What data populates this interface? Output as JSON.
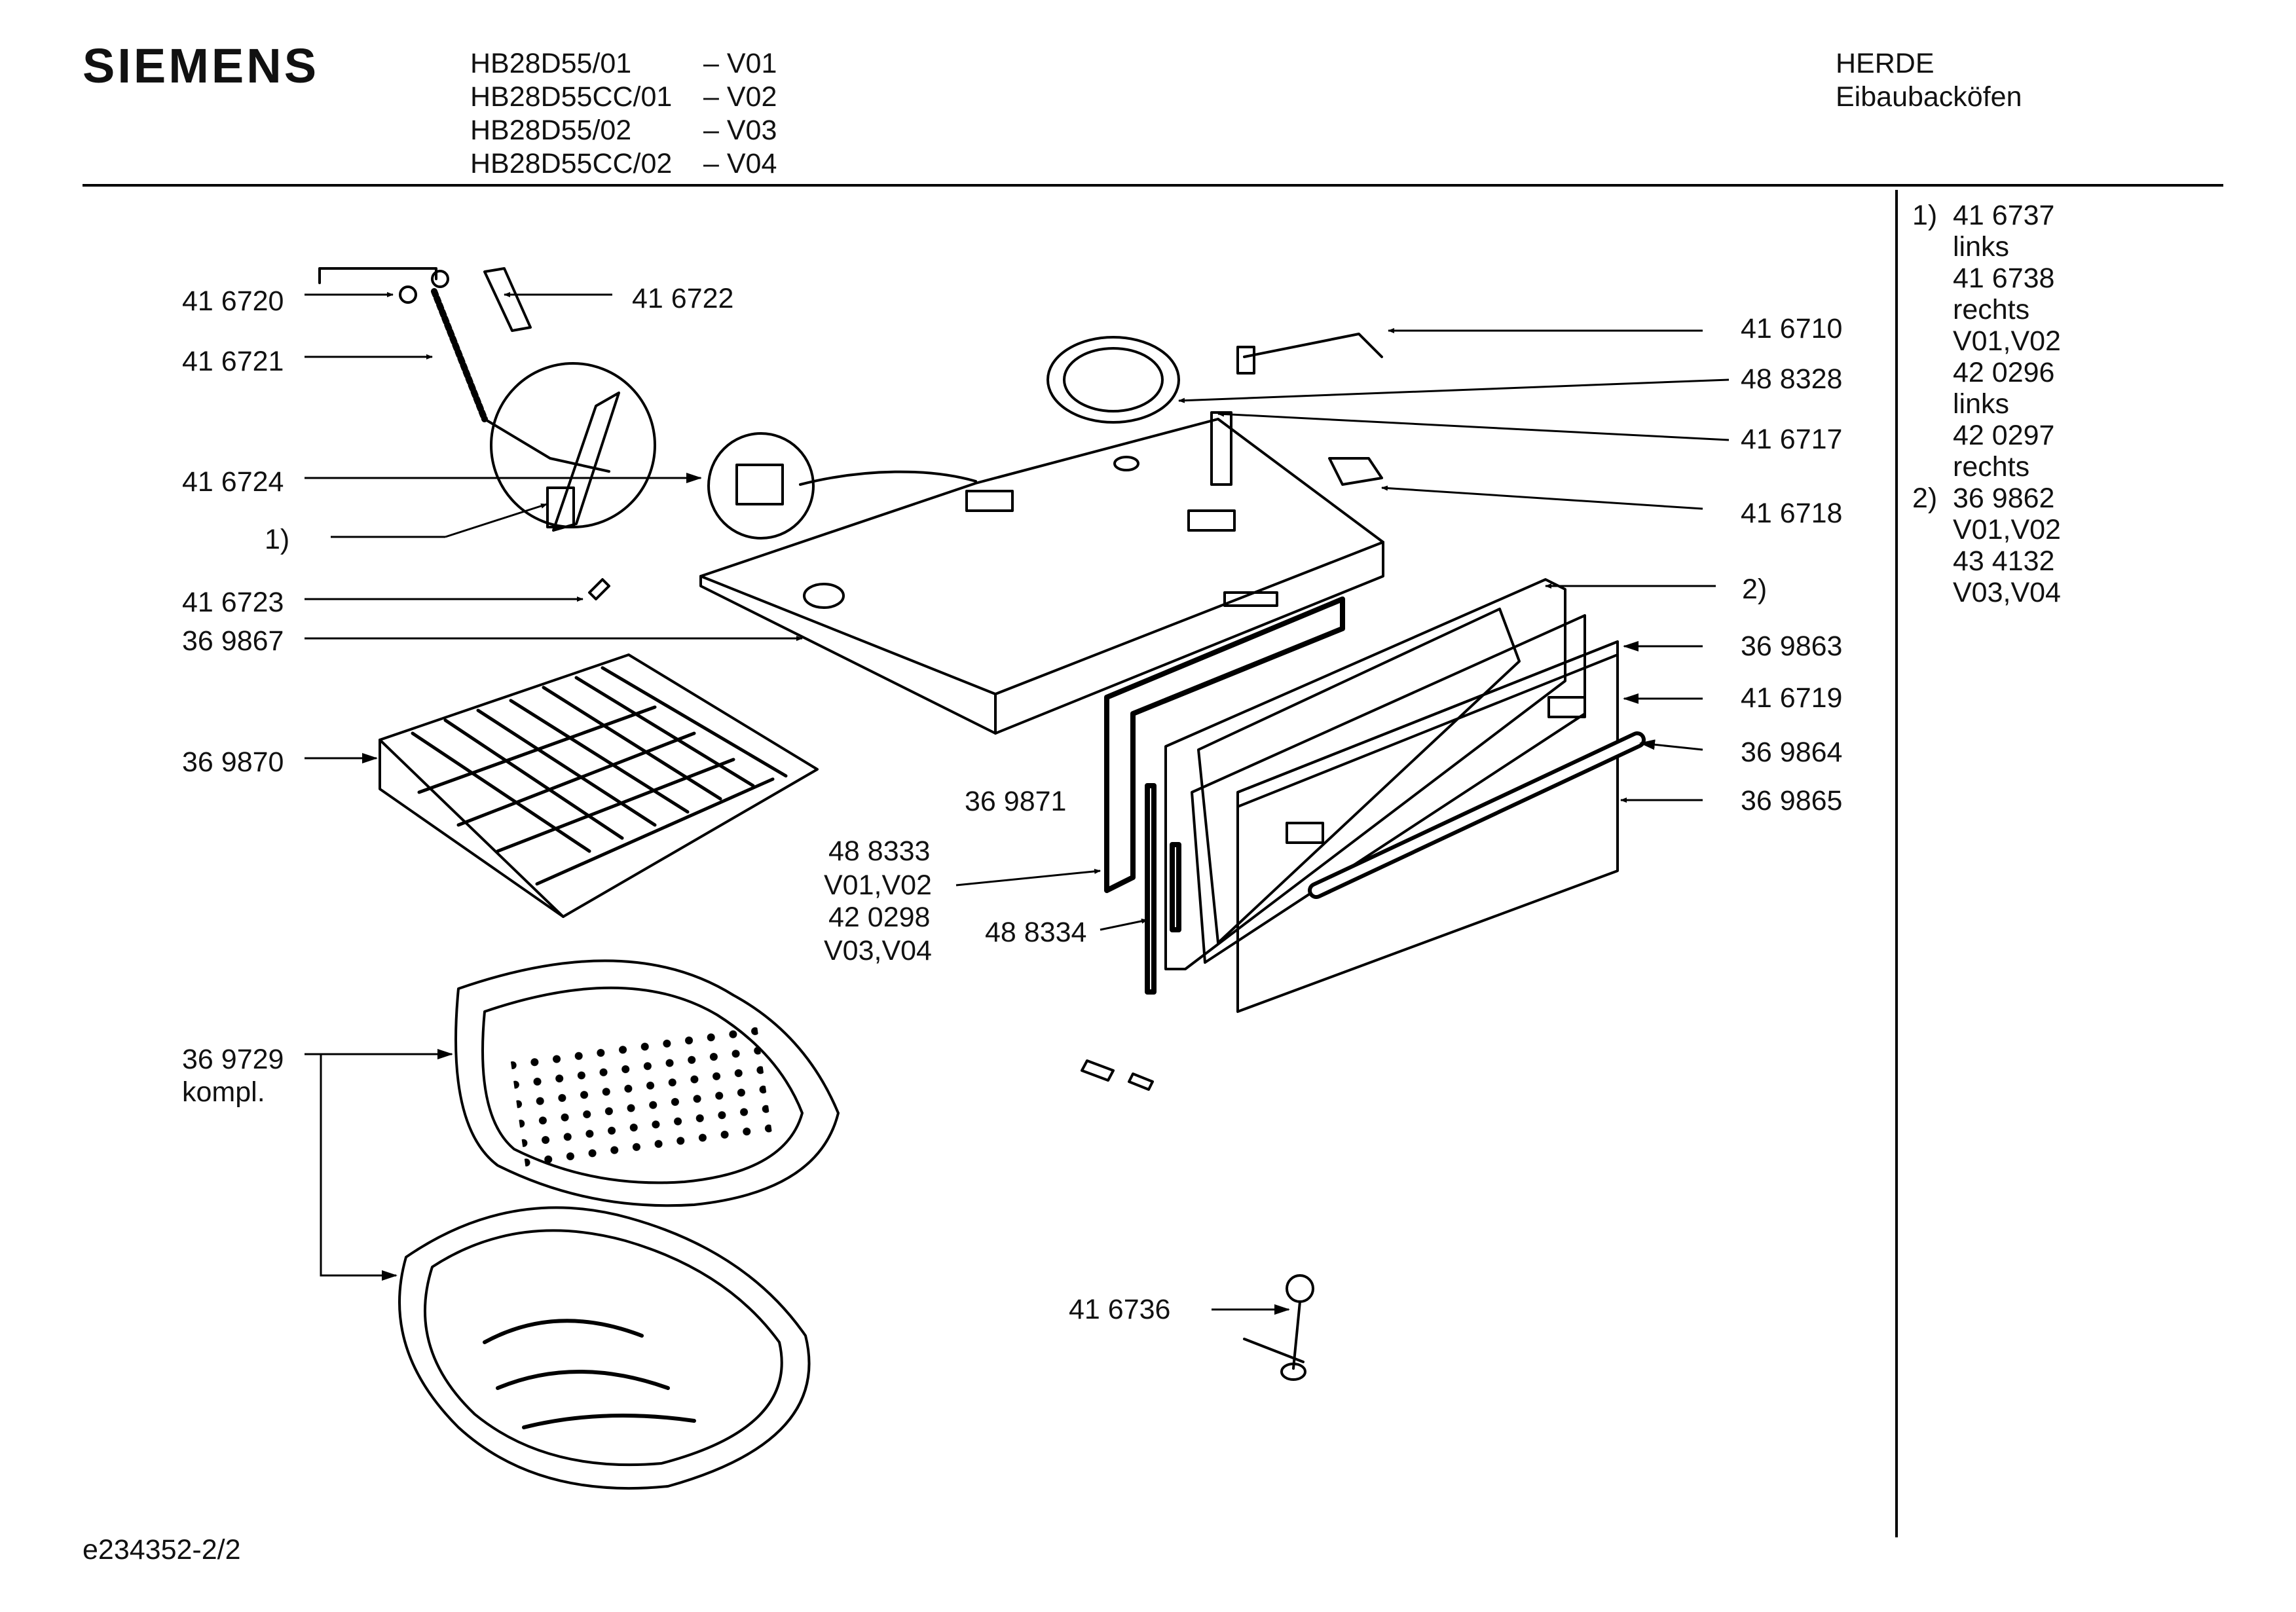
{
  "header": {
    "brand": "SIEMENS",
    "models": [
      {
        "model": "HB28D55/01",
        "version": "– V01"
      },
      {
        "model": "HB28D55CC/01",
        "version": "– V02"
      },
      {
        "model": "HB28D55/02",
        "version": "– V03"
      },
      {
        "model": "HB28D55CC/02",
        "version": "– V04"
      }
    ],
    "category": "HERDE",
    "subcategory": "Eibaubacköfen"
  },
  "labels": {
    "l416720": "41 6720",
    "l416722": "41 6722",
    "l416721": "41 6721",
    "l416724": "41 6724",
    "n1": "1)",
    "l416723": "41 6723",
    "l369867": "36 9867",
    "l369870": "36 9870",
    "l369871": "36 9871",
    "l488333": "48 8333",
    "v0102": "V01,V02",
    "l420298": "42 0298",
    "v0304": "V03,V04",
    "l488334": "48 8334",
    "l369729": "36 9729",
    "kompl": "kompl.",
    "l416736": "41 6736",
    "l416710": "41 6710",
    "l488328": "48 8328",
    "l416717": "41 6717",
    "l416718": "41 6718",
    "n2": "2)",
    "l369863": "36 9863",
    "l416719": "41 6719",
    "l369864": "36 9864",
    "l369865": "36 9865"
  },
  "notes": [
    {
      "marker": "1)",
      "text": "41 6737"
    },
    {
      "marker": "",
      "text": "links"
    },
    {
      "marker": "",
      "text": "41 6738"
    },
    {
      "marker": "",
      "text": "rechts"
    },
    {
      "marker": "",
      "text": "V01,V02"
    },
    {
      "marker": "",
      "text": "42 0296"
    },
    {
      "marker": "",
      "text": "links"
    },
    {
      "marker": "",
      "text": "42 0297"
    },
    {
      "marker": "",
      "text": "rechts"
    },
    {
      "marker": "2)",
      "text": "36 9862"
    },
    {
      "marker": "",
      "text": "V01,V02"
    },
    {
      "marker": "",
      "text": "43 4132"
    },
    {
      "marker": "",
      "text": "V03,V04"
    }
  ],
  "footer": {
    "code": "e234352-2/2"
  }
}
